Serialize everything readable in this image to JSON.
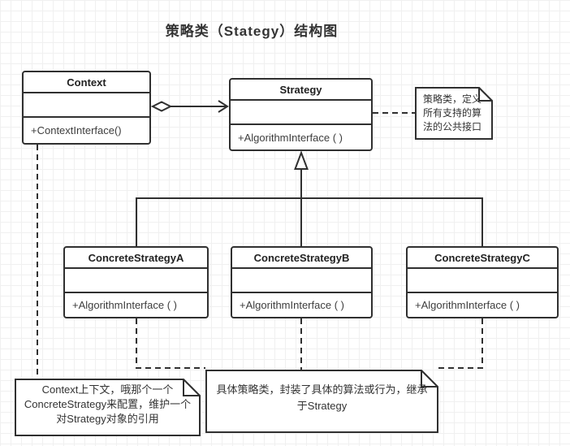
{
  "title": "策略类（Stategy）结构图",
  "diagram": {
    "classes": [
      {
        "name": "Context",
        "operations": "+ContextInterface()"
      },
      {
        "name": "Strategy",
        "operations": "+AlgorithmInterface ( )"
      },
      {
        "name": "ConcreteStrategyA",
        "operations": "+AlgorithmInterface ( )"
      },
      {
        "name": "ConcreteStrategyB",
        "operations": "+AlgorithmInterface ( )"
      },
      {
        "name": "ConcreteStrategyC",
        "operations": "+AlgorithmInterface ( )"
      }
    ],
    "notes": [
      {
        "id": "note-strategy",
        "text": "策略类，定义所有支持的算法的公共接口"
      },
      {
        "id": "note-context",
        "text": "Context上下文，哦那个一个ConcreteStrategy来配置，维护一个对Strategy对象的引用"
      },
      {
        "id": "note-concrete",
        "text": "具体策略类，封装了具体的算法或行为，继承于Strategy"
      }
    ],
    "relationships": [
      {
        "from": "Context",
        "to": "Strategy",
        "type": "aggregation-arrow"
      },
      {
        "from": "ConcreteStrategyA",
        "to": "Strategy",
        "type": "inheritance"
      },
      {
        "from": "ConcreteStrategyB",
        "to": "Strategy",
        "type": "inheritance"
      },
      {
        "from": "ConcreteStrategyC",
        "to": "Strategy",
        "type": "inheritance"
      },
      {
        "from": "Strategy",
        "to": "note-strategy",
        "type": "dashed-note-link"
      },
      {
        "from": "Context",
        "to": "note-context",
        "type": "dashed-note-link"
      },
      {
        "from": "ConcreteStrategyA",
        "to": "note-concrete",
        "type": "dashed-note-link"
      },
      {
        "from": "ConcreteStrategyB",
        "to": "note-concrete",
        "type": "dashed-note-link"
      },
      {
        "from": "ConcreteStrategyC",
        "to": "note-concrete",
        "type": "dashed-note-link"
      }
    ]
  },
  "colors": {
    "stroke": "#303030",
    "text": "#3d3d3d",
    "background": "#ffffff",
    "grid": "#f0f0f0"
  }
}
